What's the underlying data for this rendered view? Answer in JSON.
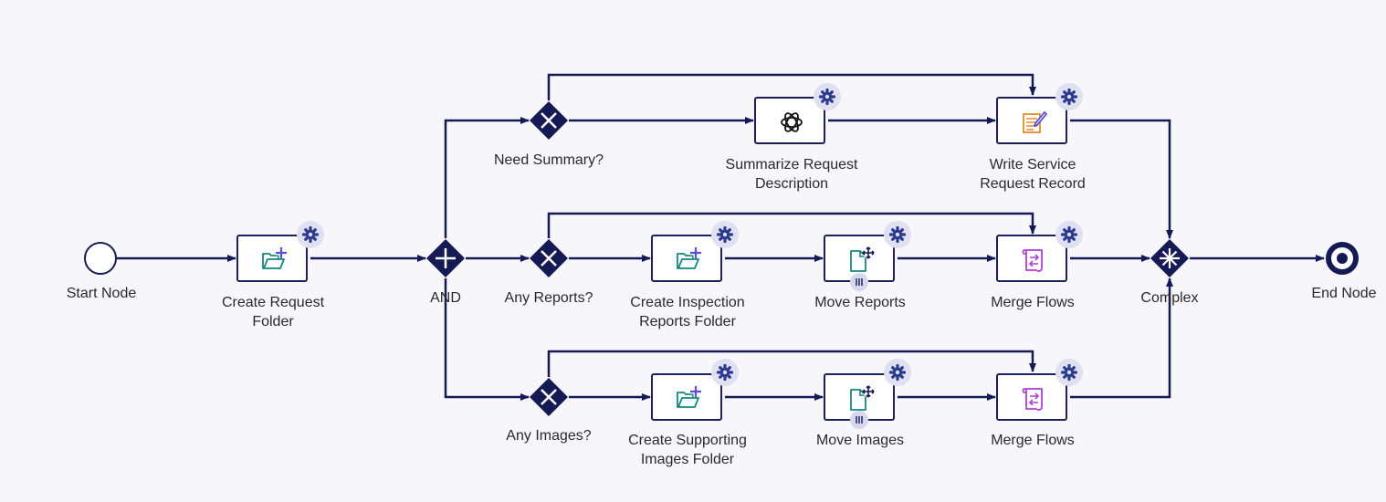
{
  "diagram": {
    "nodes": {
      "start": {
        "label": "Start Node"
      },
      "create_request_folder": {
        "label": "Create Request\nFolder"
      },
      "and_gateway": {
        "label": "AND"
      },
      "need_summary": {
        "label": "Need Summary?"
      },
      "summarize_request": {
        "label": "Summarize Request\nDescription"
      },
      "write_service_record": {
        "label": "Write Service\nRequest Record"
      },
      "any_reports": {
        "label": "Any Reports?"
      },
      "create_inspection_folder": {
        "label": "Create Inspection\nReports Folder"
      },
      "move_reports": {
        "label": "Move Reports"
      },
      "merge_flows_reports": {
        "label": "Merge Flows"
      },
      "complex_gateway": {
        "label": "Complex"
      },
      "end": {
        "label": "End Node"
      },
      "any_images": {
        "label": "Any Images?"
      },
      "create_images_folder": {
        "label": "Create Supporting\nImages Folder"
      },
      "move_images": {
        "label": "Move Images"
      },
      "merge_flows_images": {
        "label": "Merge Flows"
      }
    },
    "colors": {
      "stroke": "#151a54",
      "task_border": "#1e2159",
      "folder_icon": "#16877a",
      "plus_icon": "#5b4fd6",
      "record_icon": "#e08d2c",
      "merge_icon": "#b03fd4",
      "gear_bg": "#dfe0f2",
      "gear_icon": "#2b3a8f",
      "background": "#f7f6fa"
    },
    "icons": {
      "create_folder": "folder-plus-icon",
      "ai_summary": "openai-icon",
      "record": "record-edit-icon",
      "move_files": "file-move-icon",
      "merge": "merge-scroll-icon",
      "settings": "gear-icon",
      "multi_instance": "multi-instance-icon"
    }
  }
}
